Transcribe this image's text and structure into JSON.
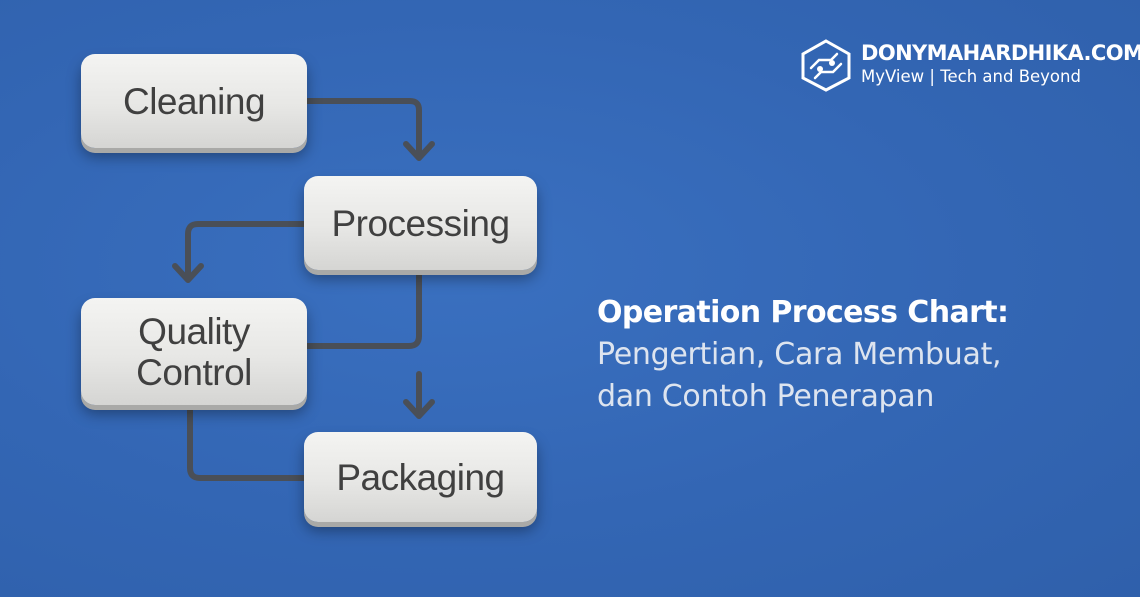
{
  "brand": {
    "name": "DONYMAHARDHIKA.COM",
    "tagline": "MyView | Tech and Beyond"
  },
  "headline": {
    "title": "Operation Process Chart:",
    "subtitle_line1": "Pengertian, Cara Membuat,",
    "subtitle_line2": "dan Contoh Penerapan"
  },
  "diagram": {
    "nodes": [
      {
        "id": "cleaning",
        "label": "Cleaning"
      },
      {
        "id": "processing",
        "label": "Processing"
      },
      {
        "id": "quality_control",
        "label": "Quality\nControl"
      },
      {
        "id": "packaging",
        "label": "Packaging"
      }
    ],
    "edges": [
      {
        "from": "cleaning",
        "to": "processing"
      },
      {
        "from": "processing",
        "to": "quality_control"
      },
      {
        "from": "processing",
        "to": "packaging"
      },
      {
        "from": "quality_control",
        "to": "packaging"
      }
    ]
  },
  "colors": {
    "background": "#3467b6",
    "node_fill": "#e7e7e5",
    "node_text": "#404040",
    "connector": "#4a4f57",
    "title_text": "#ffffff",
    "subtitle_text": "#dde4ef"
  }
}
